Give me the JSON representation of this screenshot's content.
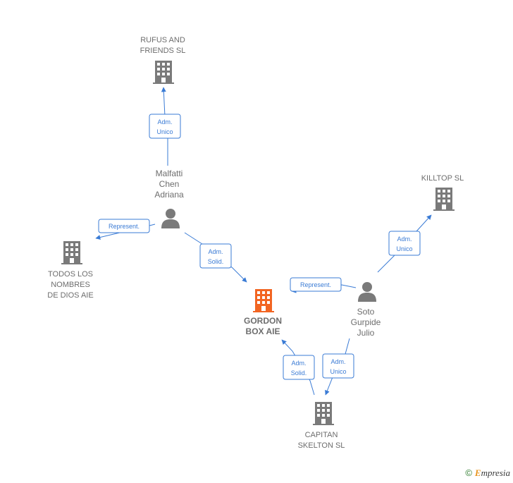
{
  "colors": {
    "accent": "#3a7bd5",
    "company": "#7a7a7a",
    "main_company": "#f26522",
    "text": "#6d6d6d"
  },
  "nodes": {
    "rufus": {
      "label": [
        "RUFUS AND",
        "FRIENDS  SL"
      ],
      "icon": "building-icon"
    },
    "killtop": {
      "label": [
        "KILLTOP  SL"
      ],
      "icon": "building-icon"
    },
    "todos": {
      "label": [
        "TODOS LOS",
        "NOMBRES",
        "DE DIOS AIE"
      ],
      "icon": "building-icon"
    },
    "gordon": {
      "label": [
        "GORDON",
        "BOX AIE"
      ],
      "icon": "building-icon"
    },
    "capitan": {
      "label": [
        "CAPITAN",
        "SKELTON  SL"
      ],
      "icon": "building-icon"
    },
    "malfatti": {
      "label": [
        "Malfatti",
        "Chen",
        "Adriana"
      ],
      "icon": "person-icon"
    },
    "soto": {
      "label": [
        "Soto",
        "Gurpide",
        "Julio"
      ],
      "icon": "person-icon"
    }
  },
  "edges": {
    "malfatti_rufus": {
      "label": [
        "Adm.",
        "Unico"
      ]
    },
    "malfatti_todos": {
      "label": [
        "Represent."
      ]
    },
    "malfatti_gordon": {
      "label": [
        "Adm.",
        "Solid."
      ]
    },
    "soto_killtop": {
      "label": [
        "Adm.",
        "Unico"
      ]
    },
    "soto_gordon": {
      "label": [
        "Represent."
      ]
    },
    "soto_capitan": {
      "label": [
        "Adm.",
        "Unico"
      ]
    },
    "capitan_gordon": {
      "label": [
        "Adm.",
        "Solid."
      ]
    }
  },
  "brand": {
    "copyright": "©",
    "first": "E",
    "rest": "mpresia"
  }
}
